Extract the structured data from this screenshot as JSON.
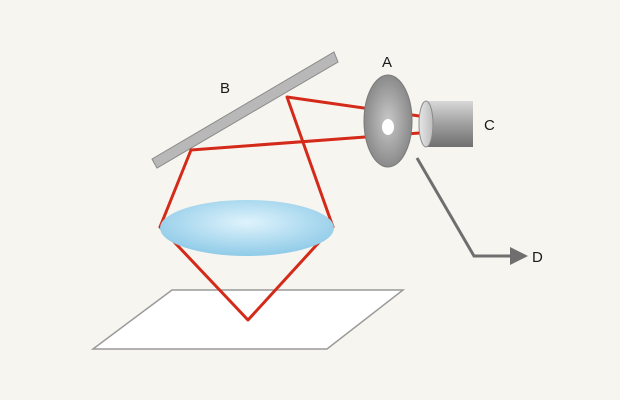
{
  "labels": {
    "a": "A",
    "b": "B",
    "c": "C",
    "d": "D"
  },
  "colors": {
    "background": "#f7f5ef",
    "beam": "#d42a1a",
    "mirror": "#b8b8b8",
    "lens": "#a7d8f0",
    "sample": "#ffffff",
    "arrow": "#6f6f6f"
  }
}
